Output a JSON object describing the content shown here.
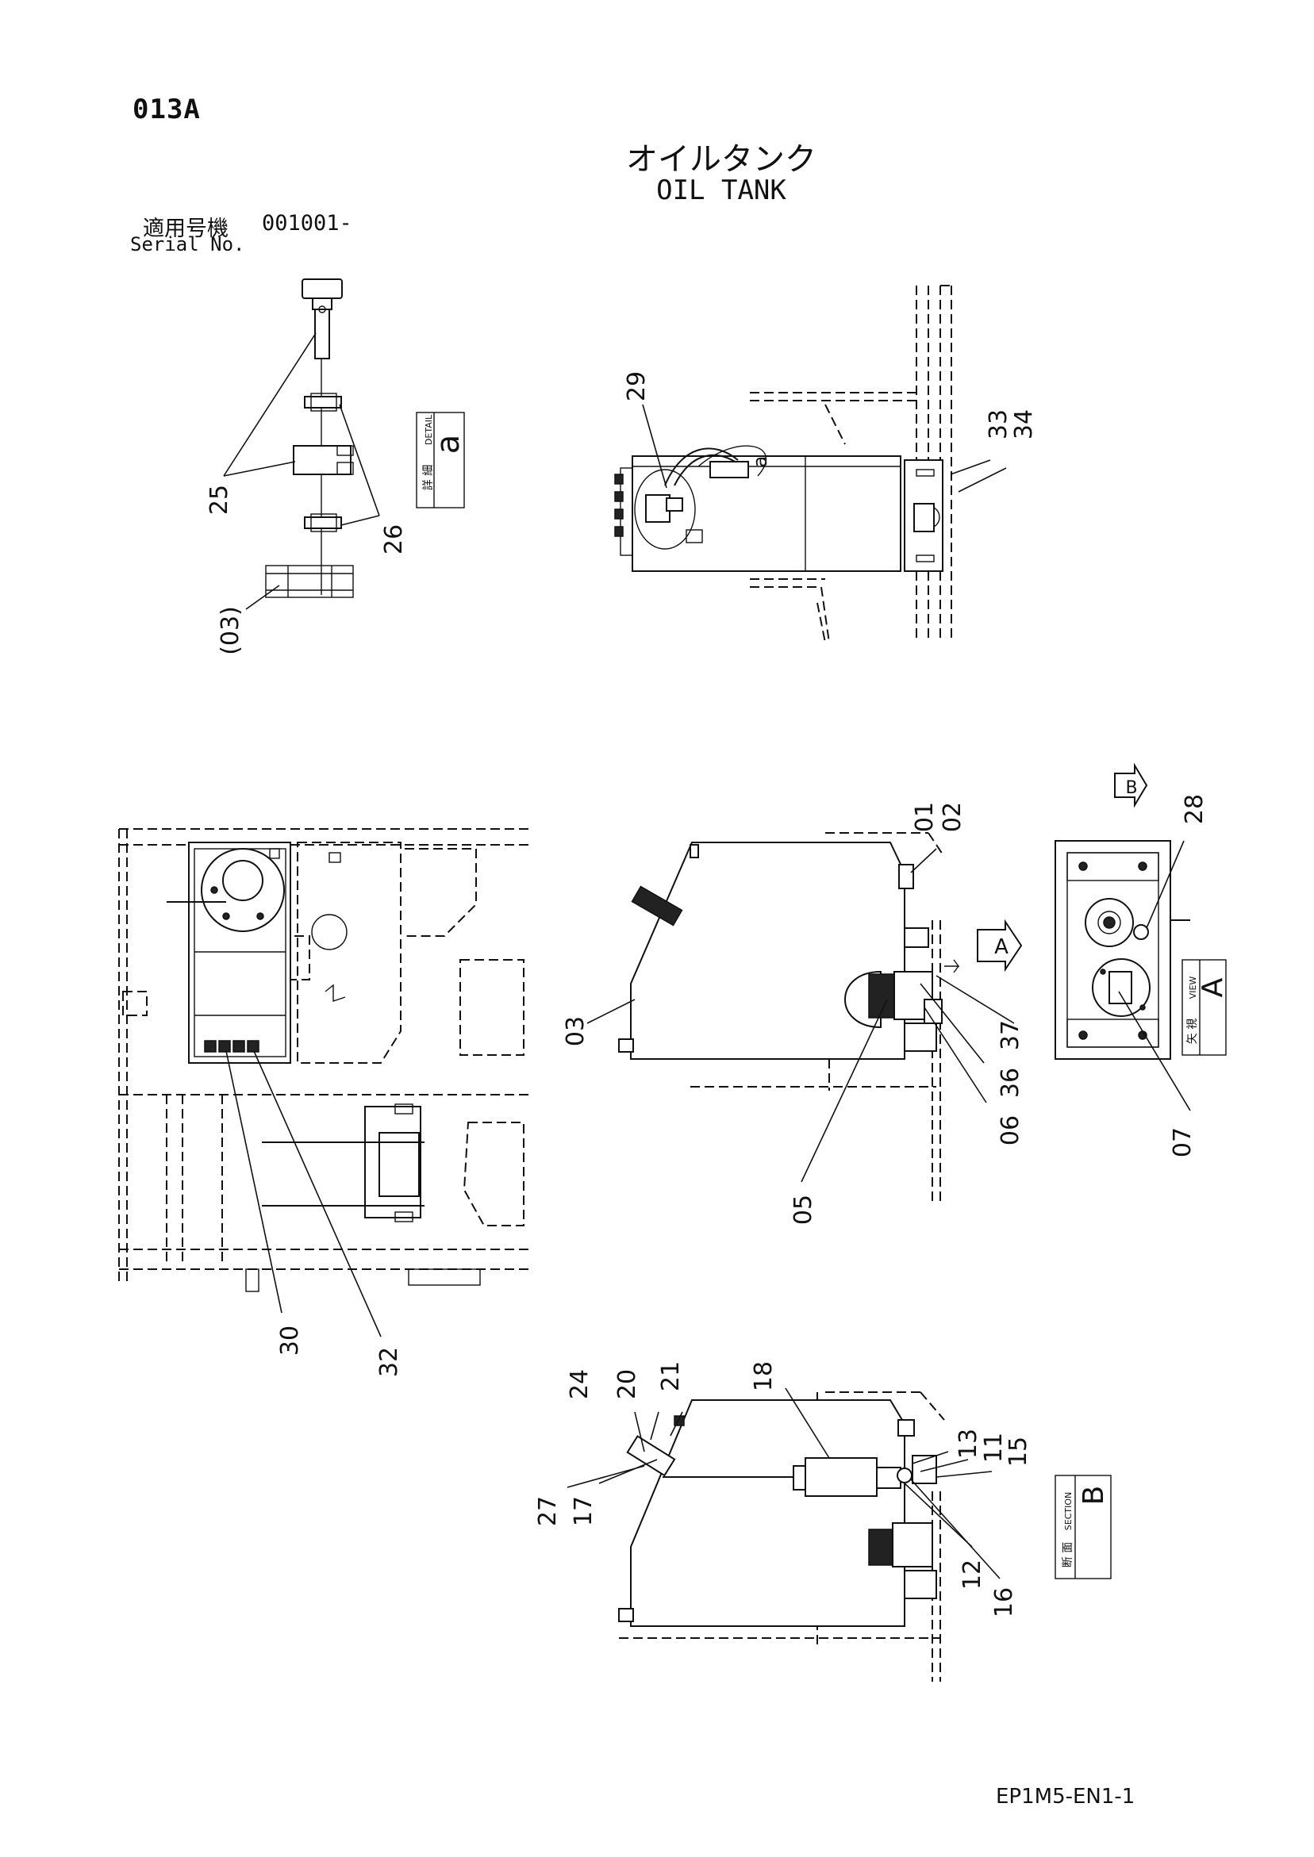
{
  "header": {
    "page_code": "013A",
    "title_jp": "オイルタンク",
    "title_en": "OIL TANK",
    "serial_label_jp": "適用号機",
    "serial_value": "001001-",
    "serial_label_en": "Serial No."
  },
  "callouts": {
    "c25": "25",
    "c26": "26",
    "c03p": "(03)",
    "c29": "29",
    "c_a": "a",
    "c33": "33",
    "c34": "34",
    "c01": "01",
    "c02": "02",
    "c28": "28",
    "c03": "03",
    "c05": "05",
    "c06": "06",
    "c36": "36",
    "c37": "37",
    "c07": "07",
    "c30": "30",
    "c32": "32",
    "c24": "24",
    "c20": "20",
    "c21": "21",
    "c18": "18",
    "c13": "13",
    "c11": "11",
    "c15": "15",
    "c27": "27",
    "c17": "17",
    "c12": "12",
    "c16": "16"
  },
  "view_labels": {
    "detail_jp": "詳 細",
    "detail_en": "DETAIL",
    "detail_letter": "a",
    "view_jp": "矢 視",
    "view_en": "VIEW",
    "view_letter": "A",
    "section_jp": "断 面",
    "section_en": "SECTION",
    "section_letter": "B",
    "arrow_A": "A",
    "arrow_B": "B"
  },
  "footer": {
    "doc_code": "EP1M5-EN1-1"
  }
}
